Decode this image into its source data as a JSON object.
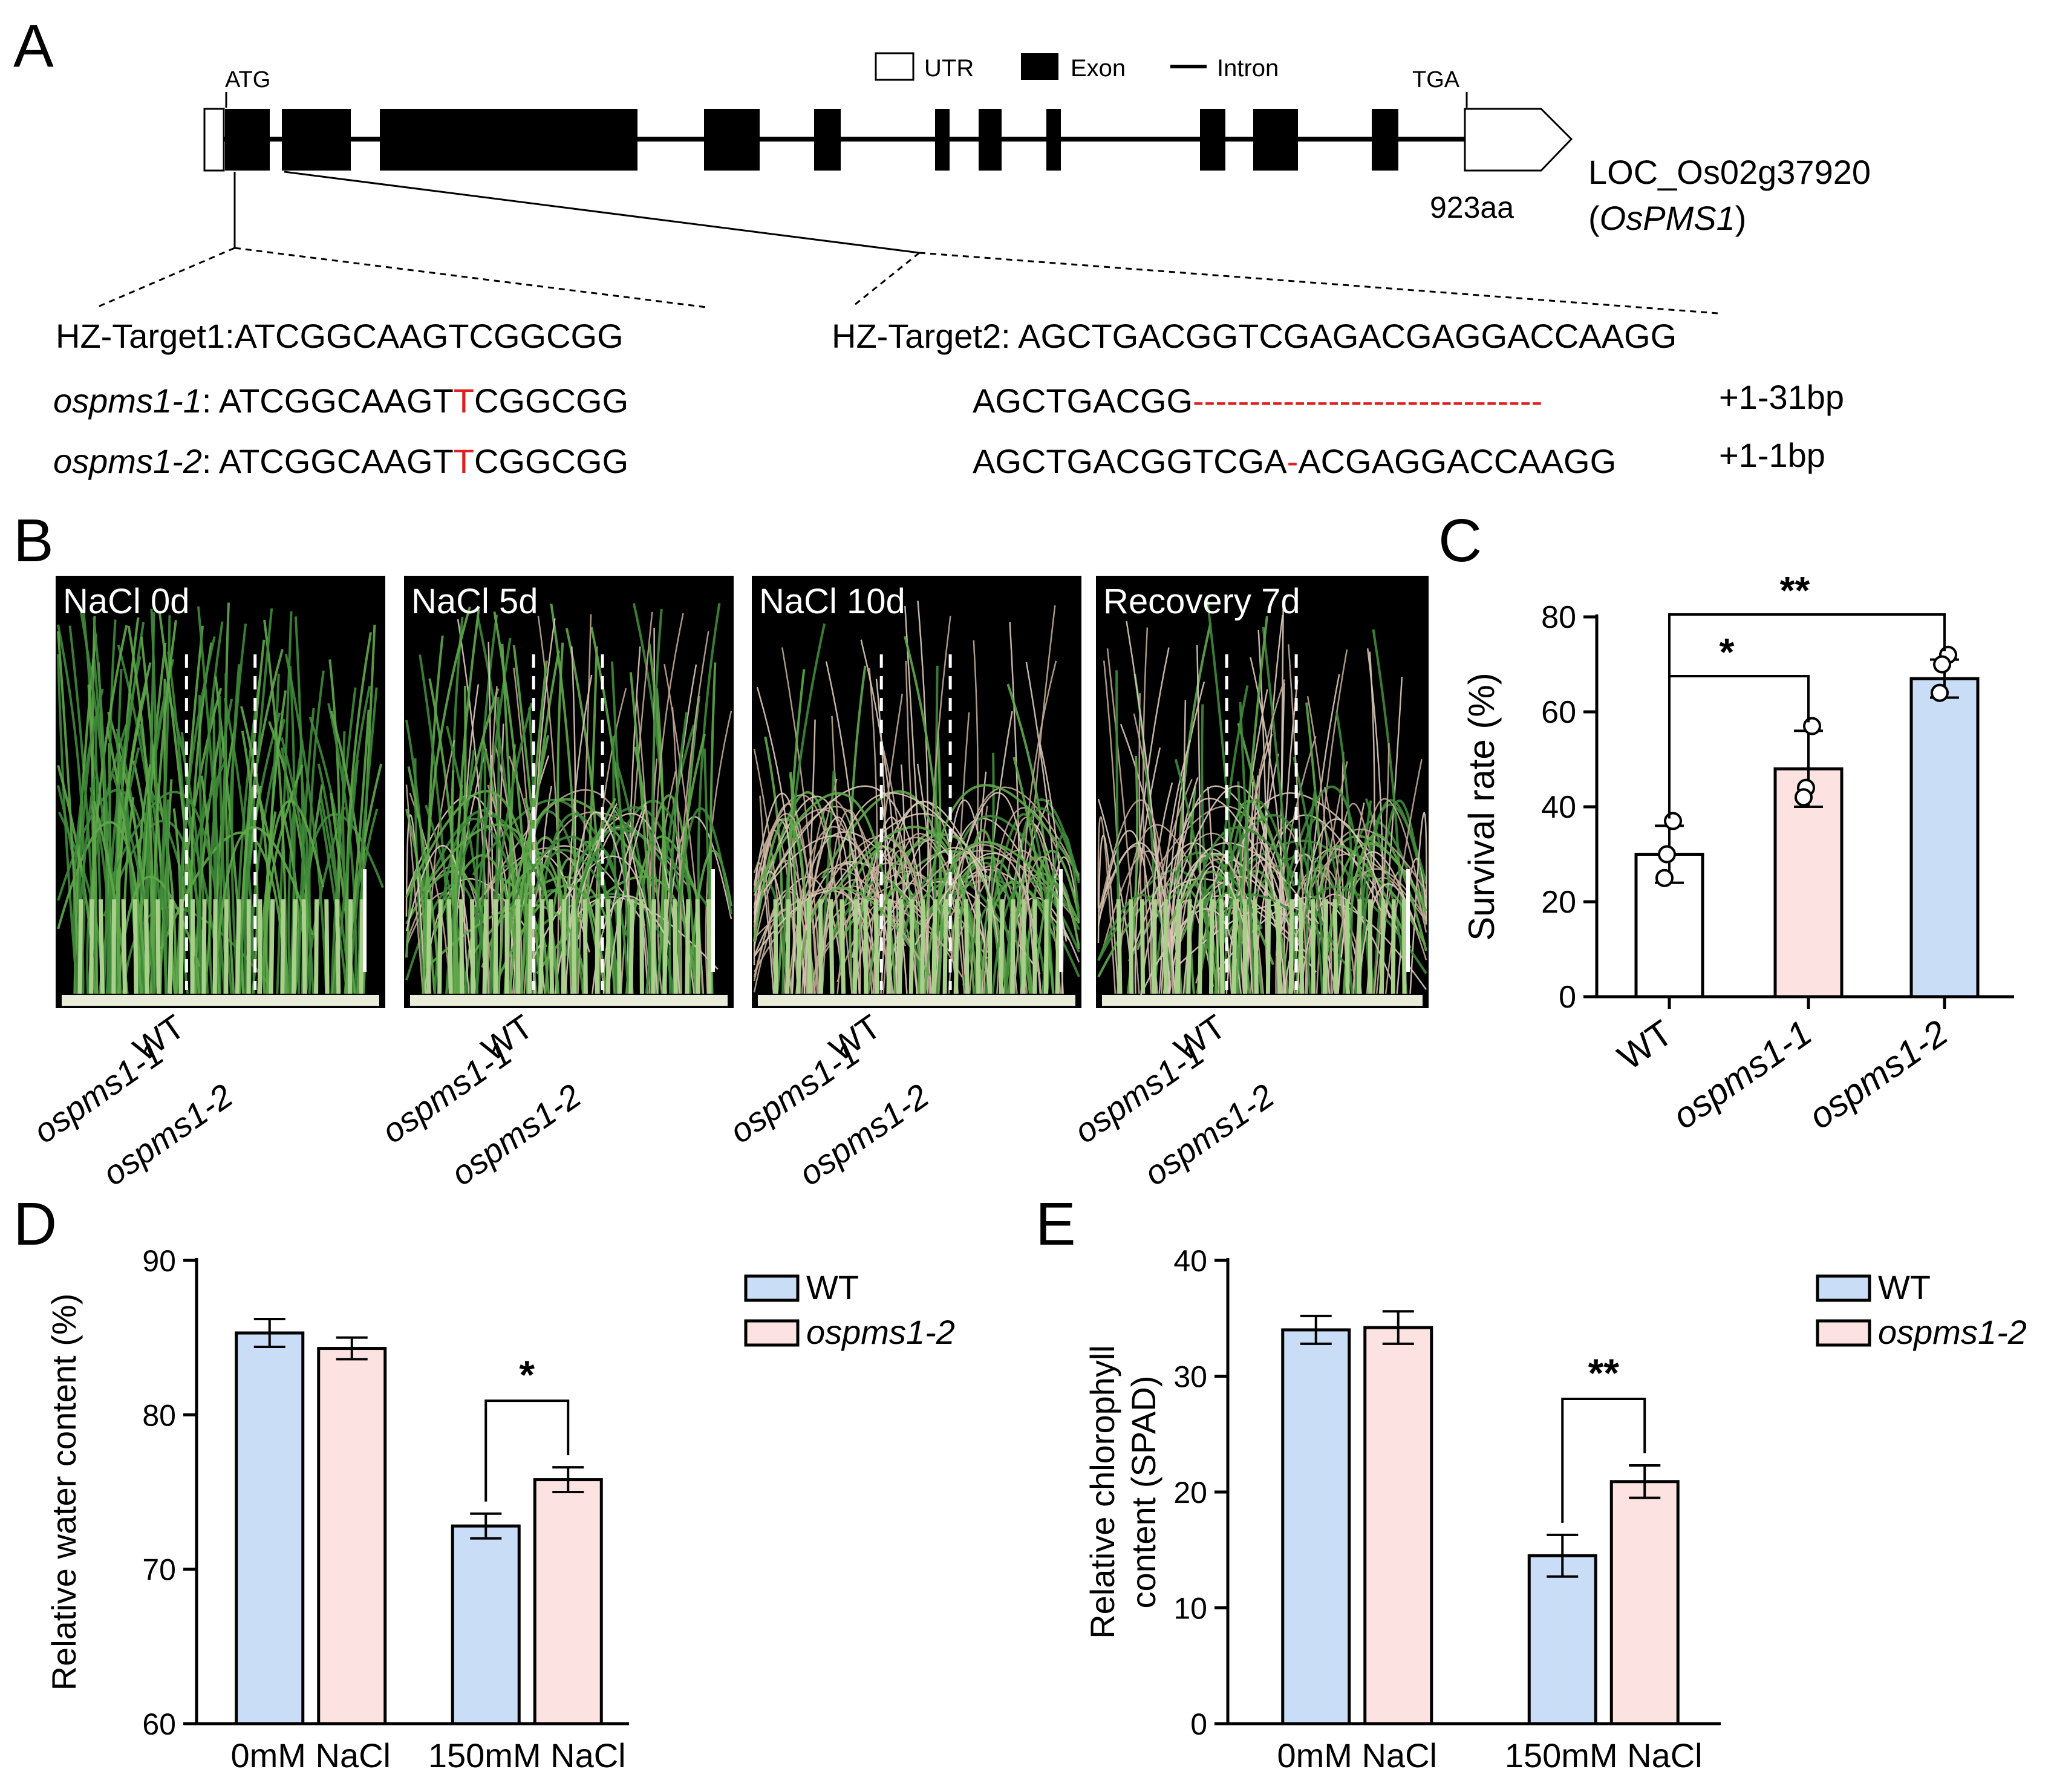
{
  "panel_labels": {
    "a": "A",
    "b": "B",
    "c": "C",
    "d": "D",
    "e": "E"
  },
  "gene": {
    "legend": {
      "utr": "UTR",
      "exon": "Exon",
      "intron": "Intron"
    },
    "start_codon": "ATG",
    "stop_codon": "TGA",
    "protein_length": "923aa",
    "locus": "LOC_Os02g37920",
    "gene_symbol": "OsPMS1",
    "target1_label": "HZ-Target1:",
    "target1_seq": "ATCGGCAAGTCGGCGG",
    "target2_label": "HZ-Target2: ",
    "target2_seq": "AGCTGACGGTCGAGACGAGGACCAAGG",
    "alleles": [
      {
        "name": "ospms1-1",
        "t1_pre": "ATCGGCAAGT",
        "t1_ins": "T",
        "t1_post": "CGGCGG",
        "t2_pre": "AGCTGACGG",
        "t2_del": "-------------------------------",
        "t2_post": "",
        "mutation": "+1-31bp"
      },
      {
        "name": "ospms1-2",
        "t1_pre": "ATCGGCAAGT",
        "t1_ins": "T",
        "t1_post": "CGGCGG",
        "t2_pre": "AGCTGACGGTCGA",
        "t2_del": "-",
        "t2_post": "ACGAGGACCAAGG",
        "mutation": "+1-1bp"
      }
    ]
  },
  "photos": [
    {
      "label": "NaCl 0d"
    },
    {
      "label": "NaCl 5d"
    },
    {
      "label": "NaCl 10d"
    },
    {
      "label": "Recovery 7d"
    }
  ],
  "photo_genotypes": [
    "WT",
    "ospms1-1",
    "ospms1-2"
  ],
  "colors": {
    "wt": "#c9ddf7",
    "mut1": "#fde2e2",
    "mut2": "#c9ddf7",
    "red": "#e02020",
    "photo_bg": "#000000"
  },
  "chart_data": [
    {
      "type": "bar",
      "panel": "C",
      "categories": [
        "WT",
        "ospms1-1",
        "ospms1-2"
      ],
      "values": [
        30,
        48,
        67
      ],
      "errors": [
        6,
        8,
        4
      ],
      "points": [
        [
          37,
          30,
          25
        ],
        [
          57,
          44,
          42
        ],
        [
          72,
          70,
          64
        ]
      ],
      "ylabel": "Survival rate (%)",
      "ylim": [
        0,
        80
      ],
      "yticks": [
        0,
        20,
        40,
        60,
        80
      ],
      "significance": [
        {
          "from": 0,
          "to": 1,
          "label": "*"
        },
        {
          "from": 0,
          "to": 2,
          "label": "**"
        }
      ]
    },
    {
      "type": "bar",
      "panel": "D",
      "categories": [
        "0mM NaCl",
        "150mM NaCl"
      ],
      "series": [
        {
          "name": "WT",
          "values": [
            85.3,
            72.8
          ],
          "errors": [
            0.9,
            0.8
          ]
        },
        {
          "name": "ospms1-2",
          "values": [
            84.3,
            75.8
          ],
          "errors": [
            0.7,
            0.8
          ]
        }
      ],
      "ylabel": "Relative water content (%)",
      "ylim": [
        60,
        90
      ],
      "yticks": [
        60,
        70,
        80,
        90
      ],
      "legend": "top-right",
      "significance": [
        {
          "category": 1,
          "label": "*"
        }
      ]
    },
    {
      "type": "bar",
      "panel": "E",
      "categories": [
        "0mM NaCl",
        "150mM NaCl"
      ],
      "series": [
        {
          "name": "WT",
          "values": [
            34,
            14.5
          ],
          "errors": [
            1.2,
            1.8
          ]
        },
        {
          "name": "ospms1-2",
          "values": [
            34.2,
            20.9
          ],
          "errors": [
            1.4,
            1.4
          ]
        }
      ],
      "ylabel": [
        "Relative chlorophyll",
        "content (SPAD)"
      ],
      "ylim": [
        0,
        40
      ],
      "yticks": [
        0,
        10,
        20,
        30,
        40
      ],
      "legend": "top-right",
      "significance": [
        {
          "category": 1,
          "label": "**"
        }
      ]
    }
  ]
}
